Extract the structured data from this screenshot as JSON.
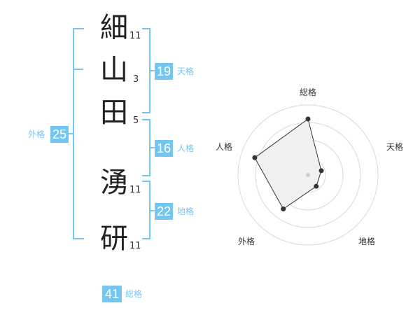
{
  "name": {
    "characters": [
      {
        "char": "細",
        "strokes": "11"
      },
      {
        "char": "山",
        "strokes": "3"
      },
      {
        "char": "田",
        "strokes": "5"
      },
      {
        "char": "湧",
        "strokes": "11"
      },
      {
        "char": "研",
        "strokes": "11"
      }
    ]
  },
  "scores": {
    "tenkaku": {
      "value": "19",
      "label": "天格"
    },
    "jinkaku": {
      "value": "16",
      "label": "人格"
    },
    "chikaku": {
      "value": "22",
      "label": "地格"
    },
    "gaikaku": {
      "value": "25",
      "label": "外格"
    },
    "soukaku": {
      "value": "41",
      "label": "総格"
    }
  },
  "colors": {
    "accent": "#74c6f1",
    "radar_fill": "#eeeeee",
    "radar_line": "#333333"
  },
  "chart_data": {
    "type": "radar",
    "axes": [
      "総格",
      "天格",
      "地格",
      "外格",
      "人格"
    ],
    "values": [
      4,
      1,
      1,
      3,
      4
    ],
    "max": 5,
    "rings": 4
  }
}
